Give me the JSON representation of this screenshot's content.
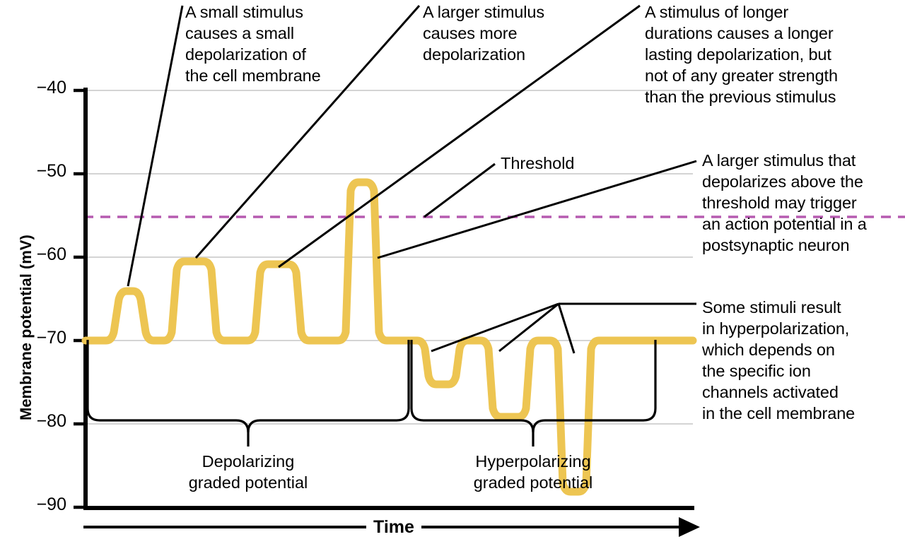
{
  "figure": {
    "title_axis_y": "Membrane potential (mV)",
    "title_axis_x": "Time",
    "threshold_label": "Threshold"
  },
  "chart_data": {
    "type": "line",
    "title": "",
    "xlabel": "Time",
    "ylabel": "Membrane potential (mV)",
    "ylim": [
      -90,
      -40
    ],
    "ytick_labels": [
      "−40",
      "−50",
      "−60",
      "−70",
      "−80",
      "−90"
    ],
    "yticks": [
      -40,
      -50,
      -60,
      -70,
      -80,
      -90
    ],
    "grid": true,
    "xaxis_ticks_shown": false,
    "resting_potential": -70,
    "threshold": -55,
    "threshold_line_style": "dashed",
    "threshold_color": "#b65bb0",
    "trace_color": "#edc552",
    "series": [
      {
        "name": "Membrane potential trace",
        "segments": [
          {
            "name": "small-depolarization",
            "peak": -64,
            "x_start": 150,
            "x_end": 196
          },
          {
            "name": "larger-depolarization",
            "peak": -61,
            "x_start": 232,
            "x_end": 260
          },
          {
            "name": "long-duration-depolarization",
            "peak": -61,
            "x_start": 298,
            "x_end": 418
          },
          {
            "name": "suprathreshold-depolarization",
            "peak": -51,
            "x_start": 440,
            "x_end": 480
          },
          {
            "name": "small-hyperpolarization",
            "trough": -75,
            "x_start": 600,
            "x_end": 640
          },
          {
            "name": "larger-hyperpolarization",
            "trough": -79,
            "x_start": 676,
            "x_end": 730
          },
          {
            "name": "deep-hyperpolarization",
            "trough": -88,
            "x_start": 775,
            "x_end": 810
          }
        ]
      }
    ],
    "legend": "none"
  },
  "annotations": [
    {
      "id": "small-stimulus",
      "text": "A small stimulus\ncauses a small\ndepolarization of\nthe cell membrane"
    },
    {
      "id": "larger-stimulus",
      "text": "A larger stimulus\ncauses more\ndepolarization"
    },
    {
      "id": "longer-duration-stimulus",
      "text": "A stimulus of longer\ndurations causes a longer\nlasting depolarization, but\nnot of any greater strength\nthan the previous stimulus"
    },
    {
      "id": "suprathreshold-stimulus",
      "text": "A larger stimulus that\ndepolarizes above the\nthreshold may trigger\nan action potential in a\npostsynaptic neuron"
    },
    {
      "id": "hyperpolarization-note",
      "text": "Some stimuli result\nin hyperpolarization,\nwhich depends on\nthe specific ion\nchannels activated\nin the cell membrane"
    }
  ],
  "braces": [
    {
      "id": "depolarizing-brace",
      "label": "Depolarizing\ngraded potential"
    },
    {
      "id": "hyperpolarizing-brace",
      "label": "Hyperpolarizing\ngraded potential"
    }
  ],
  "colors": {
    "trace": "#edc552",
    "threshold": "#b65bb0",
    "axis": "#000000",
    "grid": "#d4d4d4",
    "background": "#ffffff"
  }
}
